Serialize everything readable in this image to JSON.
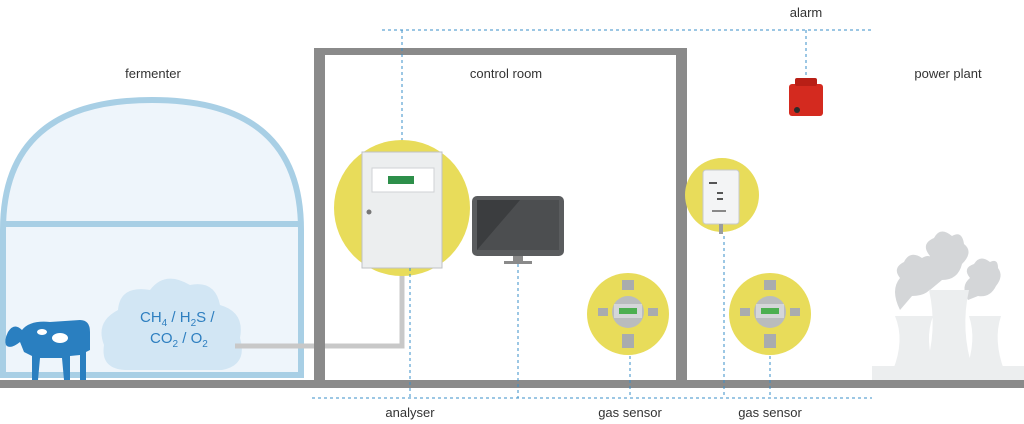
{
  "labels": {
    "fermenter": "fermenter",
    "control_room": "control room",
    "alarm": "alarm",
    "power_plant": "power plant",
    "analyser": "analyser",
    "gas_sensor_1": "gas sensor",
    "gas_sensor_2": "gas sensor"
  },
  "gas_mix": {
    "ch": "CH",
    "ch_sub": "4",
    "h": " / H",
    "h_sub": "2",
    "s": "S /",
    "co": "CO",
    "co_sub": "2",
    "o": " / O",
    "o_sub": "2"
  },
  "colors": {
    "connector_line": "#3a8fc8",
    "highlight_circle": "#e8dc5a",
    "fermenter_dome": "#a8cfe5",
    "gas_text": "#2e7fc0",
    "alarm_red": "#d42a1f",
    "wall_gray": "#8a8a8a"
  }
}
